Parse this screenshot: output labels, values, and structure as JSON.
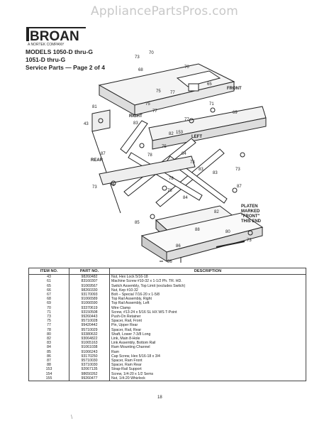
{
  "watermark": "AppliancePartsPros.com",
  "brand": {
    "name": "BROAN",
    "tagline": "A NORTEK COMPANY"
  },
  "header": {
    "line1": "MODELS 1050-D thru-G",
    "line2": "1051-D thru-G",
    "line3": "Service Parts — Page 2 of 4"
  },
  "diagram": {
    "labels": {
      "front": "FRONT",
      "right": "RIGHT",
      "left": "LEFT",
      "rear": "REAR",
      "platen1": "PLATEN",
      "platen2": "MARKED",
      "platen3": "\"FRONT\"",
      "platen4": "THIS END"
    },
    "callouts": [
      "73",
      "70",
      "70",
      "68",
      "65",
      "75",
      "71",
      "77",
      "81",
      "69",
      "75",
      "77",
      "77",
      "43",
      "83",
      "82",
      "153",
      "78",
      "87",
      "75",
      "84",
      "73",
      "83",
      "76",
      "83",
      "73",
      "78",
      "73",
      "82",
      "78",
      "85",
      "87",
      "84",
      "86",
      "80",
      "73",
      "88",
      "86"
    ]
  },
  "table": {
    "headers": [
      "ITEM NO.",
      "PART NO.",
      "DESCRIPTION"
    ],
    "rows": [
      [
        "43",
        "98260482",
        "Nut, Hex Lock 5/16-18"
      ],
      [
        "61",
        "83160307",
        "Machine Screw #10-32 x 1-1/2 Ph. TR. HD."
      ],
      [
        "65",
        "91069567",
        "Switch Assembly, Top Limit (excludes Switch)"
      ],
      [
        "66",
        "98260330",
        "Nut, Kep #10-32"
      ],
      [
        "67",
        "93170093",
        "Bolt – Special 7/16-20 x 1-5/8"
      ],
      [
        "68",
        "91066589",
        "Top Rail Assembly, Right"
      ],
      [
        "69",
        "91066590",
        "Top Rail Assembly, Left"
      ],
      [
        "70",
        "93370619",
        "Wire Clamp"
      ],
      [
        "71",
        "93150508",
        "Screw, #13-24 x 5/16 SL HX WS T-Point"
      ],
      [
        "73",
        "99260443",
        "Push-On Retainer"
      ],
      [
        "75",
        "95710028",
        "Spacer, Rail, Front"
      ],
      [
        "77",
        "99420442",
        "Pin, Upper Rear"
      ],
      [
        "78",
        "95710029",
        "Spacer, Rail, Rear"
      ],
      [
        "80",
        "93380632",
        "Shaft, Lower 7-3/8 Long"
      ],
      [
        "82",
        "93064822",
        "Link, Main 8-Hole"
      ],
      [
        "83",
        "91065163",
        "Link Assembly, Bottom Rail"
      ],
      [
        "84",
        "91061038",
        "Ram Mounting Channel"
      ],
      [
        "85",
        "91066243",
        "Ram"
      ],
      [
        "86",
        "93170250",
        "Cap Screw, Hex 5/16-18 x 3/4"
      ],
      [
        "87",
        "95710030",
        "Spacer, Ram Front"
      ],
      [
        "88",
        "93710030",
        "Spacer, Ram Rear"
      ],
      [
        "153",
        "92067135",
        "Strap-Rail Support"
      ],
      [
        "154",
        "98650262",
        "Screw, 1/4-20 x 1/2 Sems"
      ],
      [
        "155",
        "99260477",
        "Nut, 1/4-20 Whizlock"
      ]
    ]
  },
  "page_number": "18"
}
